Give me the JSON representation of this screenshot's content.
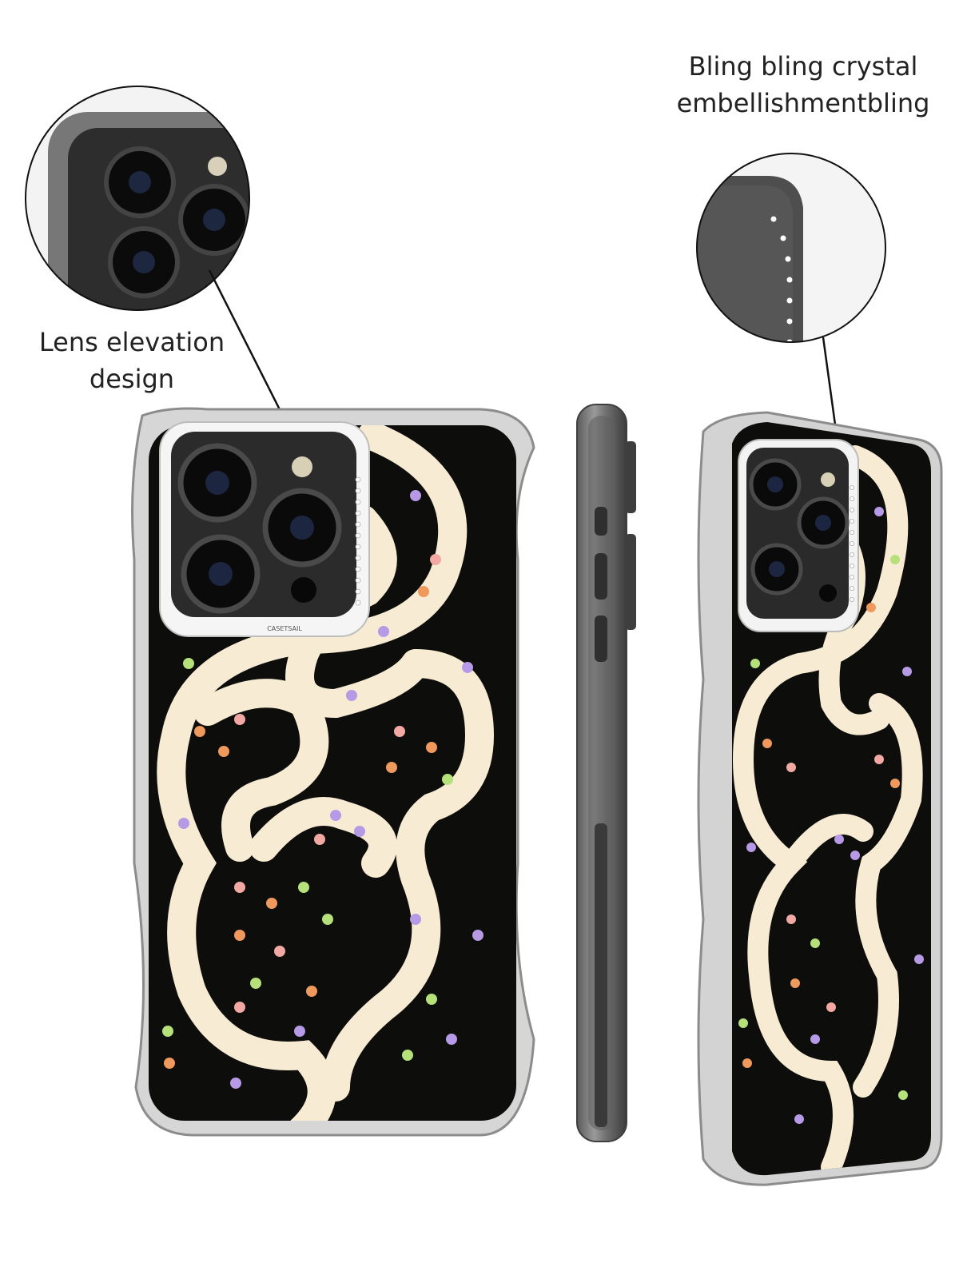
{
  "callouts": {
    "lens": {
      "line1": "Lens elevation",
      "line2": "design"
    },
    "bling": {
      "line1": "Bling bling crystal",
      "line2": "embellishmentbling"
    }
  },
  "product": {
    "brand_text": "CASETSAIL"
  },
  "colors": {
    "background": "#ffffff",
    "case_art_black": "#0d0d0c",
    "path_cream": "#f7ecd3",
    "case_clear_grey": "#8c8c8c",
    "lens_bezel": "#eeeeee",
    "flower_orange": "#ef9a5c",
    "flower_pink": "#f2a9a3",
    "flower_purple": "#b79ae6",
    "flower_green": "#b6e07a"
  },
  "icons": {
    "lens_detail": "camera-lens-closeup-icon",
    "bling_detail": "crystal-edge-closeup-icon"
  }
}
